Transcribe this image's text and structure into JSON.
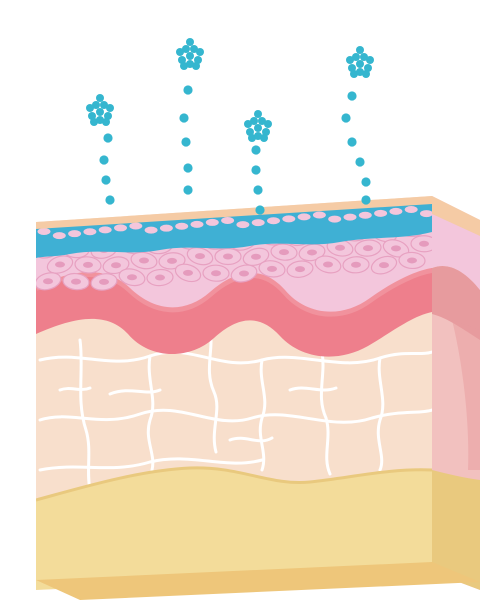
{
  "diagram": {
    "subject": "skin-cross-section-moisture-evaporation",
    "labels": [],
    "colors": {
      "background": "#ffffff",
      "droplet": "#35b6cf",
      "stratum_surface": "#f5cba5",
      "moisture_layer": "#3fb0d4",
      "cell": "#f3c6dc",
      "cell_outline": "#e7a1c1",
      "cell_nucleus": "#e59bbd",
      "dermis_band": "#ee7f8c",
      "dermis_band_light": "#f4a2ab",
      "fat_tissue": "#f8dfcc",
      "fat_cell_line": "#ffffff",
      "base_layer": "#f3dc9a",
      "base_layer_edge": "#e9c97e",
      "front_bottom_edge": "#eec67a",
      "side_face": "#f2c1bf",
      "side_face_dark": "#e79b9e"
    },
    "elements": [
      {
        "name": "rising-droplet-column",
        "count": 4
      },
      {
        "name": "skin-surface-layer"
      },
      {
        "name": "moisture-cell-layer"
      },
      {
        "name": "dermis-wave-band"
      },
      {
        "name": "subcutaneous-fat-layer"
      },
      {
        "name": "base-layer"
      },
      {
        "name": "block-side-face"
      }
    ]
  }
}
